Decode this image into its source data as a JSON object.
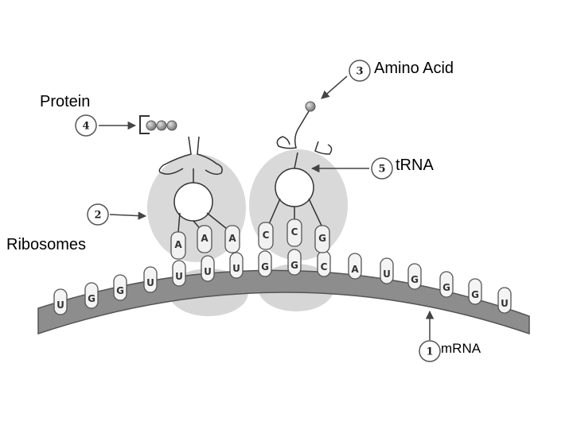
{
  "labels": {
    "amino_acid": "Amino Acid",
    "protein": "Protein",
    "trna": "tRNA",
    "ribosomes": "Ribosomes",
    "mrna": "mRNA"
  },
  "markers": {
    "m1": "1",
    "m2": "2",
    "m3": "3",
    "m4": "4",
    "m5": "5"
  },
  "mrna_codons": [
    "U",
    "G",
    "G",
    "U",
    "U",
    "U",
    "U",
    "G",
    "G",
    "C",
    "A",
    "U",
    "G",
    "G",
    "G",
    "U"
  ],
  "anticodons": [
    "A",
    "A",
    "A",
    "C",
    "C",
    "G"
  ]
}
